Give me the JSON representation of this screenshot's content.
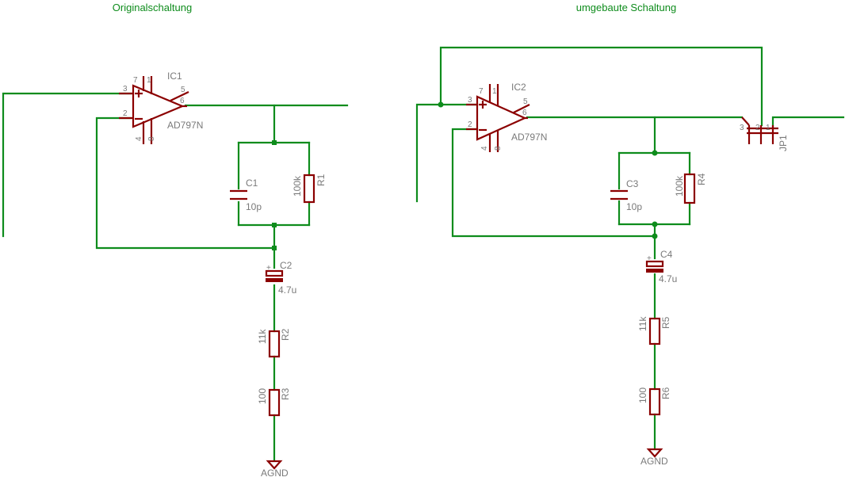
{
  "left": {
    "title": "Originalschaltung",
    "opamp": {
      "name": "IC1",
      "value": "AD797N",
      "pins": [
        "7",
        "1",
        "3",
        "5",
        "6",
        "2",
        "4",
        "8"
      ]
    },
    "c_feedback": {
      "name": "C1",
      "value": "10p"
    },
    "r_feedback": {
      "name": "R1",
      "value": "100k"
    },
    "c_elko": {
      "name": "C2",
      "value": "4.7u"
    },
    "r_a": {
      "name": "R2",
      "value": "11k"
    },
    "r_b": {
      "name": "R3",
      "value": "100"
    },
    "ground": "AGND"
  },
  "right": {
    "title": "umgebaute Schaltung",
    "opamp": {
      "name": "IC2",
      "value": "AD797N",
      "pins": [
        "7",
        "1",
        "3",
        "5",
        "6",
        "2",
        "4",
        "8"
      ]
    },
    "c_feedback": {
      "name": "C3",
      "value": "10p"
    },
    "r_feedback": {
      "name": "R4",
      "value": "100k"
    },
    "c_elko": {
      "name": "C4",
      "value": "4.7u"
    },
    "r_a": {
      "name": "R5",
      "value": "11k"
    },
    "r_b": {
      "name": "R6",
      "value": "100"
    },
    "ground": "AGND",
    "jumper": {
      "name": "JP1",
      "pins": [
        "3",
        "2",
        "1"
      ]
    }
  }
}
